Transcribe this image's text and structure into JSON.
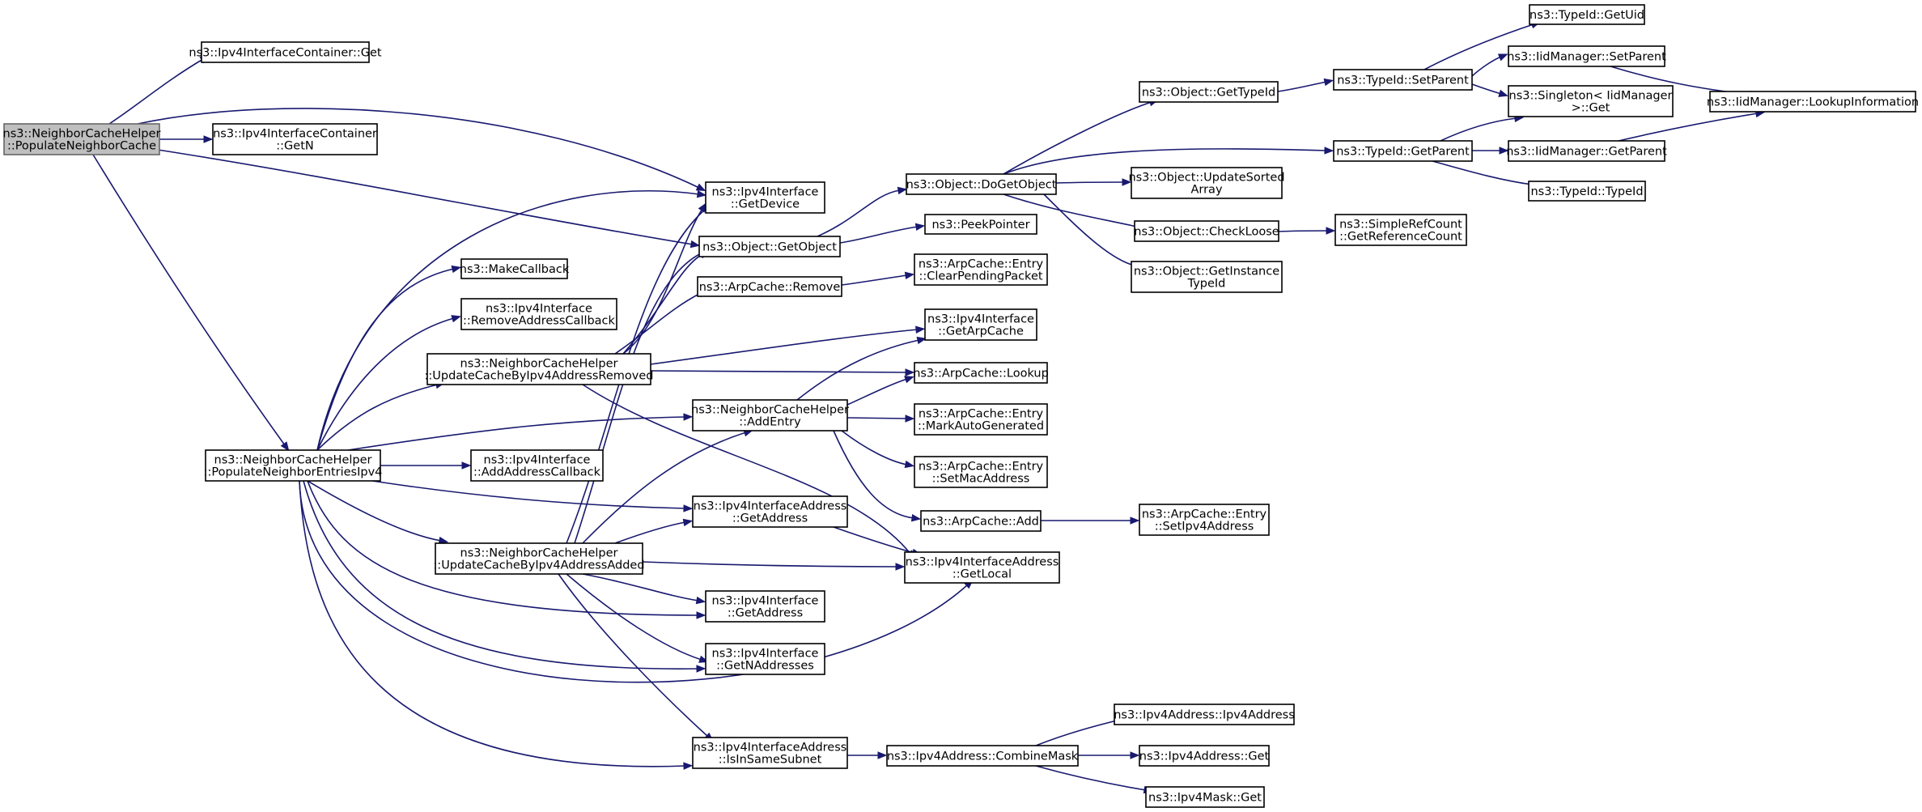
{
  "diagram": {
    "nodes": [
      {
        "id": "populate_neighbor_cache",
        "lines": [
          "ns3::NeighborCacheHelper",
          "::PopulateNeighborCache"
        ],
        "root": true
      },
      {
        "id": "container_get",
        "lines": [
          "ns3::Ipv4InterfaceContainer::Get"
        ]
      },
      {
        "id": "container_getn",
        "lines": [
          "ns3::Ipv4InterfaceContainer",
          "::GetN"
        ]
      },
      {
        "id": "populate_entries_ipv4",
        "lines": [
          "ns3::NeighborCacheHelper",
          "::PopulateNeighborEntriesIpv4"
        ]
      },
      {
        "id": "make_callback",
        "lines": [
          "ns3::MakeCallback"
        ]
      },
      {
        "id": "remove_address_callback",
        "lines": [
          "ns3::Ipv4Interface",
          "::RemoveAddressCallback"
        ]
      },
      {
        "id": "update_removed",
        "lines": [
          "ns3::NeighborCacheHelper",
          "::UpdateCacheByIpv4AddressRemoved"
        ]
      },
      {
        "id": "add_address_callback",
        "lines": [
          "ns3::Ipv4Interface",
          "::AddAddressCallback"
        ]
      },
      {
        "id": "update_added",
        "lines": [
          "ns3::NeighborCacheHelper",
          "::UpdateCacheByIpv4AddressAdded"
        ]
      },
      {
        "id": "iface_get_device",
        "lines": [
          "ns3::Ipv4Interface",
          "::GetDevice"
        ]
      },
      {
        "id": "object_get_object",
        "lines": [
          "ns3::Object::GetObject"
        ]
      },
      {
        "id": "arpcache_remove",
        "lines": [
          "ns3::ArpCache::Remove"
        ]
      },
      {
        "id": "add_entry",
        "lines": [
          "ns3::NeighborCacheHelper",
          "::AddEntry"
        ]
      },
      {
        "id": "ifaddr_get_address",
        "lines": [
          "ns3::Ipv4InterfaceAddress",
          "::GetAddress"
        ]
      },
      {
        "id": "iface_get_address",
        "lines": [
          "ns3::Ipv4Interface",
          "::GetAddress"
        ]
      },
      {
        "id": "iface_get_naddresses",
        "lines": [
          "ns3::Ipv4Interface",
          "::GetNAddresses"
        ]
      },
      {
        "id": "is_in_same_subnet",
        "lines": [
          "ns3::Ipv4InterfaceAddress",
          "::IsInSameSubnet"
        ]
      },
      {
        "id": "do_get_object",
        "lines": [
          "ns3::Object::DoGetObject"
        ]
      },
      {
        "id": "peek_pointer",
        "lines": [
          "ns3::PeekPointer"
        ]
      },
      {
        "id": "clear_pending",
        "lines": [
          "ns3::ArpCache::Entry",
          "::ClearPendingPacket"
        ]
      },
      {
        "id": "get_arp_cache",
        "lines": [
          "ns3::Ipv4Interface",
          "::GetArpCache"
        ]
      },
      {
        "id": "arpcache_lookup",
        "lines": [
          "ns3::ArpCache::Lookup"
        ]
      },
      {
        "id": "mark_auto",
        "lines": [
          "ns3::ArpCache::Entry",
          "::MarkAutoGenerated"
        ]
      },
      {
        "id": "set_mac",
        "lines": [
          "ns3::ArpCache::Entry",
          "::SetMacAddress"
        ]
      },
      {
        "id": "arpcache_add",
        "lines": [
          "ns3::ArpCache::Add"
        ]
      },
      {
        "id": "ifaddr_get_local",
        "lines": [
          "ns3::Ipv4InterfaceAddress",
          "::GetLocal"
        ]
      },
      {
        "id": "combine_mask",
        "lines": [
          "ns3::Ipv4Address::CombineMask"
        ]
      },
      {
        "id": "object_get_type_id",
        "lines": [
          "ns3::Object::GetTypeId"
        ]
      },
      {
        "id": "update_sorted",
        "lines": [
          "ns3::Object::UpdateSorted",
          "Array"
        ]
      },
      {
        "id": "check_loose",
        "lines": [
          "ns3::Object::CheckLoose"
        ]
      },
      {
        "id": "get_instance_type_id",
        "lines": [
          "ns3::Object::GetInstance",
          "TypeId"
        ]
      },
      {
        "id": "set_ipv4_address",
        "lines": [
          "ns3::ArpCache::Entry",
          "::SetIpv4Address"
        ]
      },
      {
        "id": "ipv4address_ctor",
        "lines": [
          "ns3::Ipv4Address::Ipv4Address"
        ]
      },
      {
        "id": "ipv4address_get",
        "lines": [
          "ns3::Ipv4Address::Get"
        ]
      },
      {
        "id": "ipv4mask_get",
        "lines": [
          "ns3::Ipv4Mask::Get"
        ]
      },
      {
        "id": "typeid_set_parent",
        "lines": [
          "ns3::TypeId::SetParent"
        ]
      },
      {
        "id": "typeid_get_parent",
        "lines": [
          "ns3::TypeId::GetParent"
        ]
      },
      {
        "id": "get_reference_count",
        "lines": [
          "ns3::SimpleRefCount",
          "::GetReferenceCount"
        ]
      },
      {
        "id": "typeid_get_uid",
        "lines": [
          "ns3::TypeId::GetUid"
        ]
      },
      {
        "id": "iid_set_parent",
        "lines": [
          "ns3::IidManager::SetParent"
        ]
      },
      {
        "id": "singleton_get",
        "lines": [
          "ns3::Singleton< IidManager",
          " >::Get"
        ]
      },
      {
        "id": "iid_get_parent",
        "lines": [
          "ns3::IidManager::GetParent"
        ]
      },
      {
        "id": "typeid_ctor",
        "lines": [
          "ns3::TypeId::TypeId"
        ]
      },
      {
        "id": "lookup_information",
        "lines": [
          "ns3::IidManager::LookupInformation"
        ]
      }
    ]
  }
}
